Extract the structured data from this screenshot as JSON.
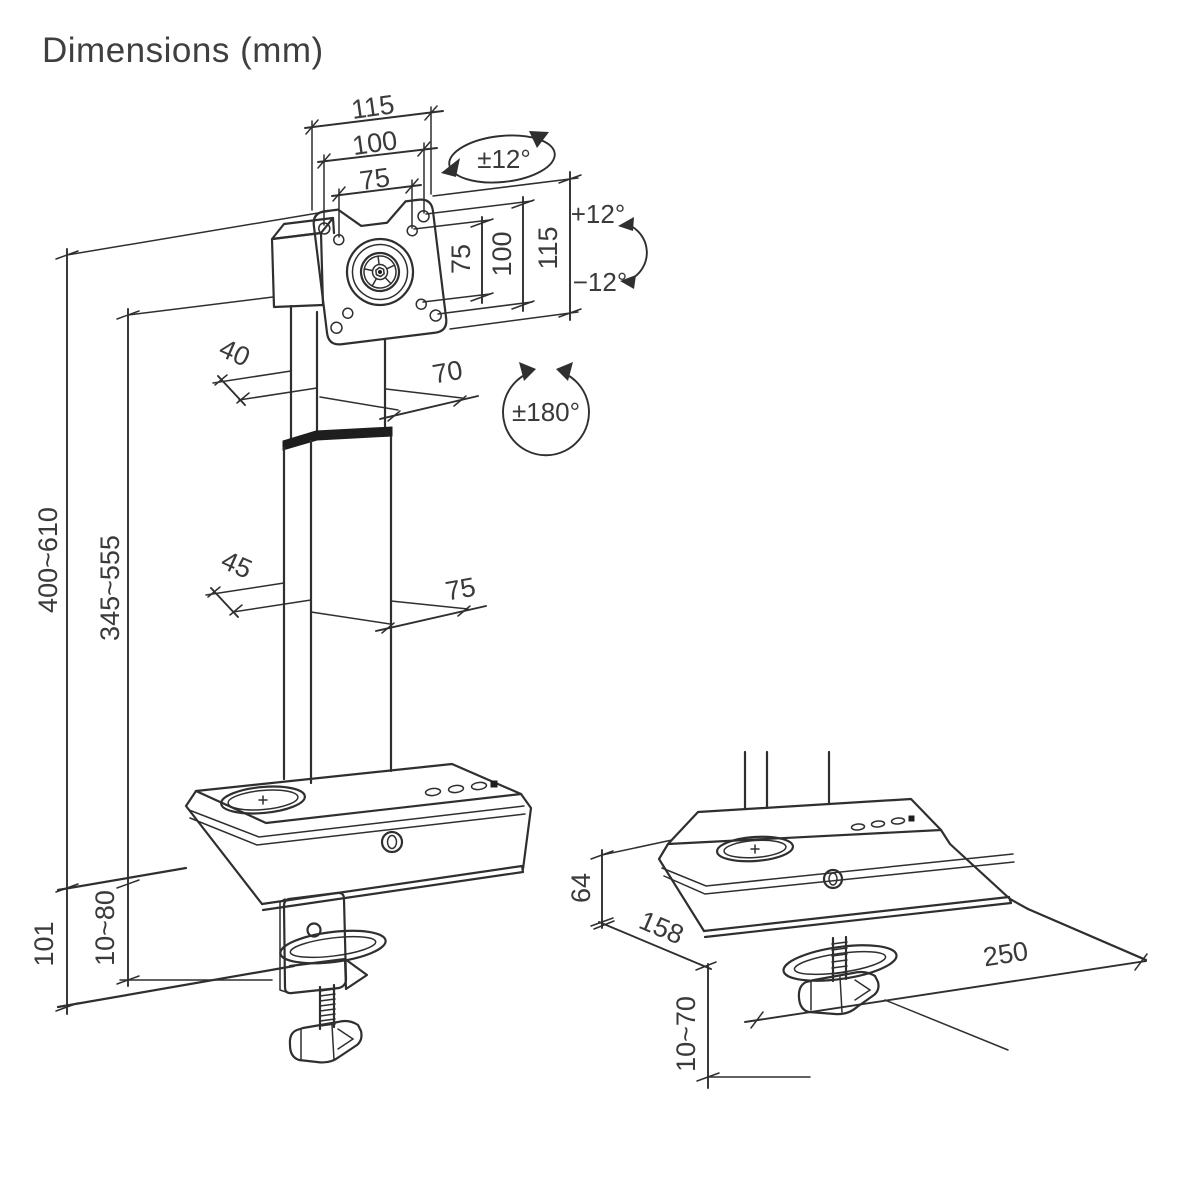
{
  "title": "Dimensions (mm)",
  "colors": {
    "line": "#2f2f2f",
    "text": "#3a3a3a",
    "background": "#ffffff"
  },
  "main_view": {
    "vesa_width_outer": "115",
    "vesa_width_mid": "100",
    "vesa_width_inner": "75",
    "vesa_height_inner": "75",
    "vesa_height_mid": "100",
    "vesa_height_outer": "115",
    "swivel_range": "±12°",
    "tilt_up": "+12°",
    "tilt_down": "−12°",
    "rotation_range": "±180°",
    "upper_pole_depth": "40",
    "upper_pole_width": "70",
    "lower_pole_depth": "45",
    "lower_pole_width": "75",
    "height_range_total": "400~610",
    "height_range_column": "345~555",
    "clamp_height": "101",
    "desk_thickness": "10~80"
  },
  "detail_view": {
    "base_height": "64",
    "base_depth": "158",
    "base_width": "250",
    "desk_thickness": "10~70"
  }
}
